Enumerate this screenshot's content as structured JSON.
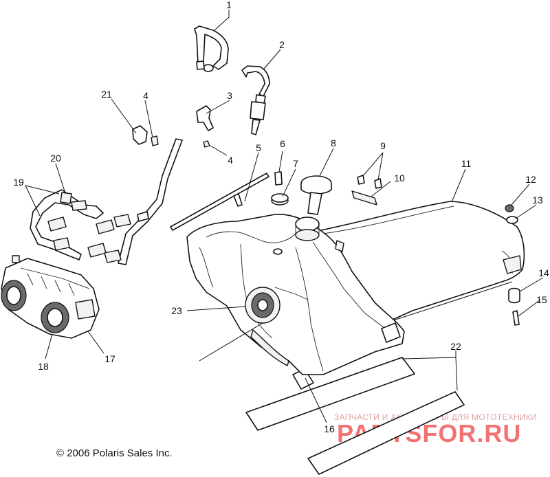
{
  "callouts": [
    "1",
    "2",
    "3",
    "4",
    "4",
    "5",
    "6",
    "7",
    "8",
    "9",
    "10",
    "11",
    "12",
    "13",
    "14",
    "15",
    "16",
    "17",
    "18",
    "19",
    "20",
    "21",
    "22",
    "23"
  ],
  "copyright": "© 2006 Polaris Sales Inc.",
  "watermark": {
    "tagline": "ЗАПЧАСТИ И АКСЕССУАРЫ ДЛЯ МОТОТЕХНИКИ",
    "brand": "PARTSFOR.RU",
    "color": "#ee3d3d"
  }
}
